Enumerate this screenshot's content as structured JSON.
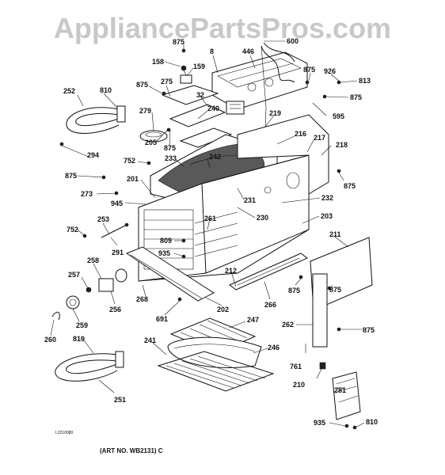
{
  "watermark": "AppliancePartsPros.com",
  "art_code": "L2210080",
  "art_number": "(ART NO. WB2131) C",
  "callouts": {
    "c875a": "875",
    "c600": "600",
    "c158": "158",
    "c8": "8",
    "c446": "446",
    "c159": "159",
    "c875b": "875",
    "c926": "926",
    "c813": "813",
    "c252": "252",
    "c810a": "810",
    "c875c": "875",
    "c275": "275",
    "c32": "32",
    "c875d": "875",
    "c595": "595",
    "c279": "279",
    "c240": "240",
    "c219": "219",
    "c205": "205",
    "c875e": "875",
    "c216": "216",
    "c217": "217",
    "c218": "218",
    "c294": "294",
    "c233": "233",
    "c242": "242",
    "c752a": "752",
    "c201": "201",
    "c875f": "875",
    "c273": "273",
    "c231": "231",
    "c232": "232",
    "c945": "945",
    "c230": "230",
    "c203": "203",
    "c261": "261",
    "c253": "253",
    "c752b": "752",
    "c809": "809",
    "c211": "211",
    "c291": "291",
    "c935a": "935",
    "c258": "258",
    "c257": "257",
    "c212": "212",
    "c875g": "875",
    "c875h": "875",
    "c266": "266",
    "c268": "268",
    "c202": "202",
    "c256": "256",
    "c691": "691",
    "c259": "259",
    "c247": "247",
    "c262": "262",
    "c875i": "875",
    "c260": "260",
    "c810b": "810",
    "c241": "241",
    "c246": "246",
    "c761": "761",
    "c210": "210",
    "c281": "281",
    "c251": "251",
    "c935b": "935",
    "c810c": "810"
  }
}
